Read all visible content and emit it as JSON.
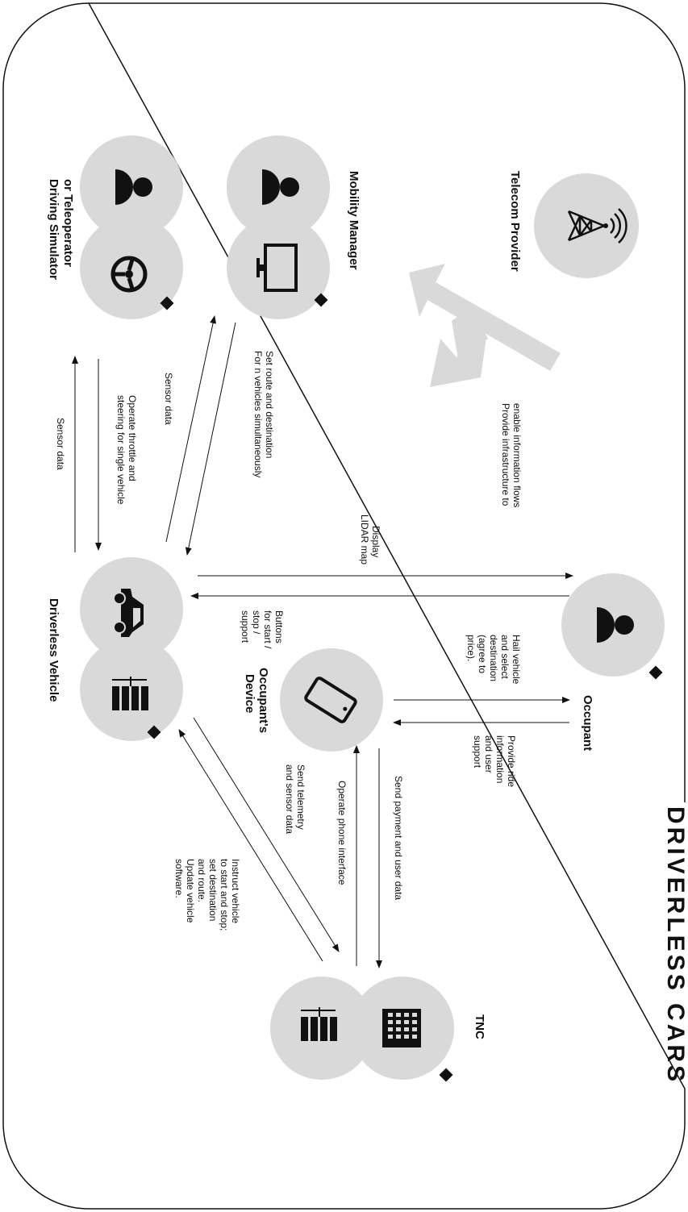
{
  "title": "DRIVERLESS CARS",
  "nodes": {
    "telecom_provider": "Telecom Provider",
    "mobility_manager": "Mobility Manager",
    "driving_simulator": [
      "Driving Simulator",
      "or Teleoperator"
    ],
    "driverless_vehicle": "Driverless Vehicle",
    "occupants_device": [
      "Occupant's",
      "Device"
    ],
    "occupant": "Occupant",
    "tnc": "TNC"
  },
  "flows": {
    "telecom": [
      "Provide infrastructure to",
      "enable information flows"
    ],
    "mm_to_vehicle": [
      "Set route and destination",
      "For n vehicles simultaneously"
    ],
    "vehicle_to_mm": "Sensor data",
    "sim_to_vehicle": [
      "Operate throttle and",
      "steering for single vehicle"
    ],
    "vehicle_to_sim": "Sensor data",
    "vehicle_to_occupant": [
      "Display",
      "LIDAR map"
    ],
    "occupant_to_vehicle": [
      "Buttons",
      "for start /",
      "stop /",
      "support"
    ],
    "occupant_to_device": [
      "Hail vehicle",
      "and select",
      "destination",
      "(agree to",
      "price)."
    ],
    "device_to_occupant": [
      "Provide ride",
      "information",
      "and user",
      "support"
    ],
    "device_to_tnc": "Send payment and user data",
    "tnc_to_device": "Operate phone interface",
    "vehicle_to_tnc": [
      "Send telemetry",
      "and sensor data"
    ],
    "tnc_to_vehicle": [
      "Instruct vehicle",
      "to start and stop;",
      "set destination",
      "and route.",
      "Update vehicle",
      "software."
    ]
  },
  "icons": [
    "cell-tower-icon",
    "person-icon",
    "monitor-icon",
    "steering-wheel-icon",
    "car-icon",
    "server-icon",
    "smartphone-icon",
    "building-icon",
    "diamond-icon"
  ],
  "colors": {
    "disc": "#d9d9d9",
    "ink": "#111111",
    "arrow_bg": "#d9d9d9"
  }
}
